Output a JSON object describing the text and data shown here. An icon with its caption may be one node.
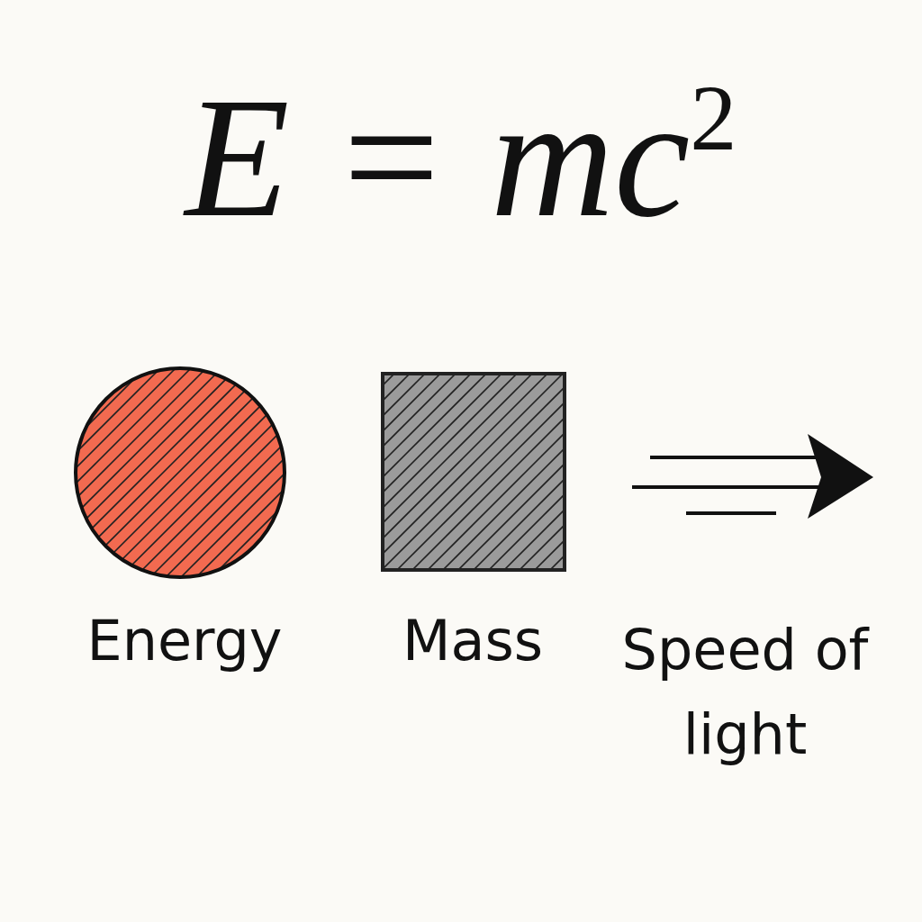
{
  "diagram": {
    "title": "E = mc$^{2}$",
    "nodes": [
      {
        "text": [
          "Energy"
        ]
      },
      {
        "text": [
          "Mass"
        ]
      },
      {
        "text": [
          "Speed of light"
        ]
      }
    ]
  }
}
